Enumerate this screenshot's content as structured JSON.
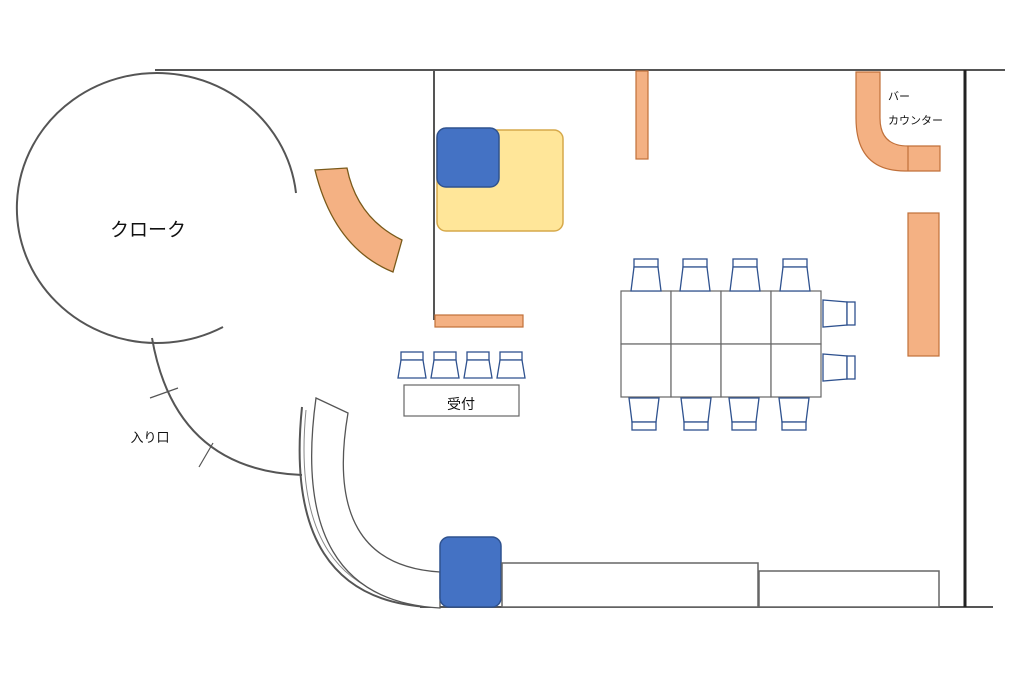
{
  "labels": {
    "cloak": "クローク",
    "entrance": "入り口",
    "reception": "受付",
    "bar_line1": "バー",
    "bar_line2": "カウンター"
  },
  "colors": {
    "wall": "#555555",
    "orange_fill": "#F4B183",
    "orange_stroke": "#C0703A",
    "blue_fill": "#4472C4",
    "blue_stroke": "#2F528F",
    "yellow_fill": "#FFE699",
    "yellow_stroke": "#D6A94A",
    "chair_stroke": "#2F528F",
    "table_stroke": "#666666"
  }
}
